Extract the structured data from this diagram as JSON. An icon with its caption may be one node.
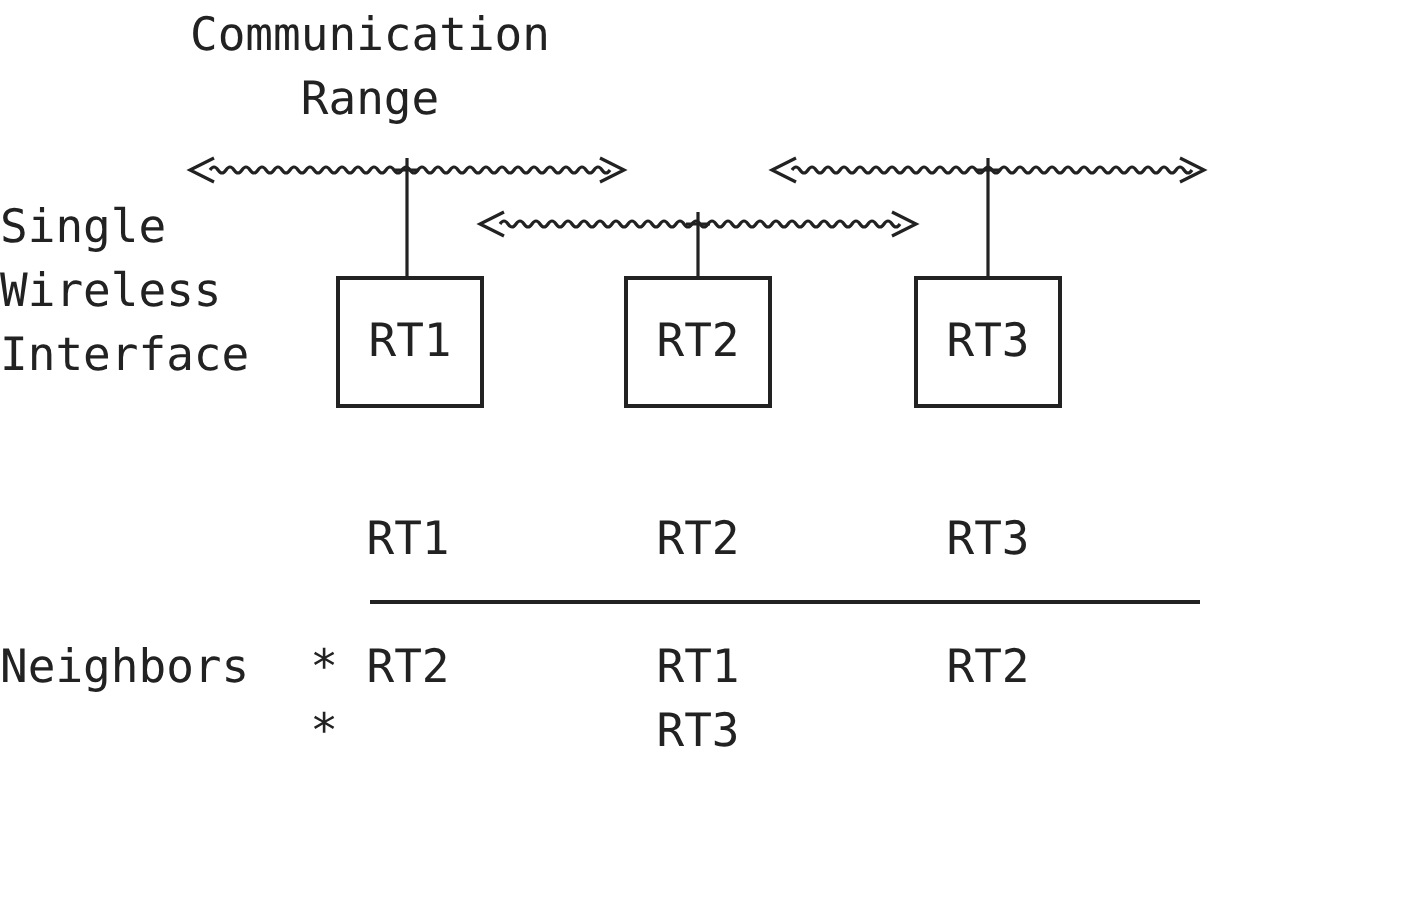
{
  "diagram": {
    "nodes": [
      {
        "text": [
          "RT1"
        ]
      },
      {
        "text": [
          "RT2"
        ]
      },
      {
        "text": [
          "RT3"
        ]
      }
    ],
    "labels": [
      "Communication Range",
      "Single Wireless Interface",
      "RT1",
      "RT2",
      "RT3",
      "Neighbors",
      "*",
      "RT2",
      "RT1",
      "RT2",
      "*",
      "RT3"
    ]
  }
}
